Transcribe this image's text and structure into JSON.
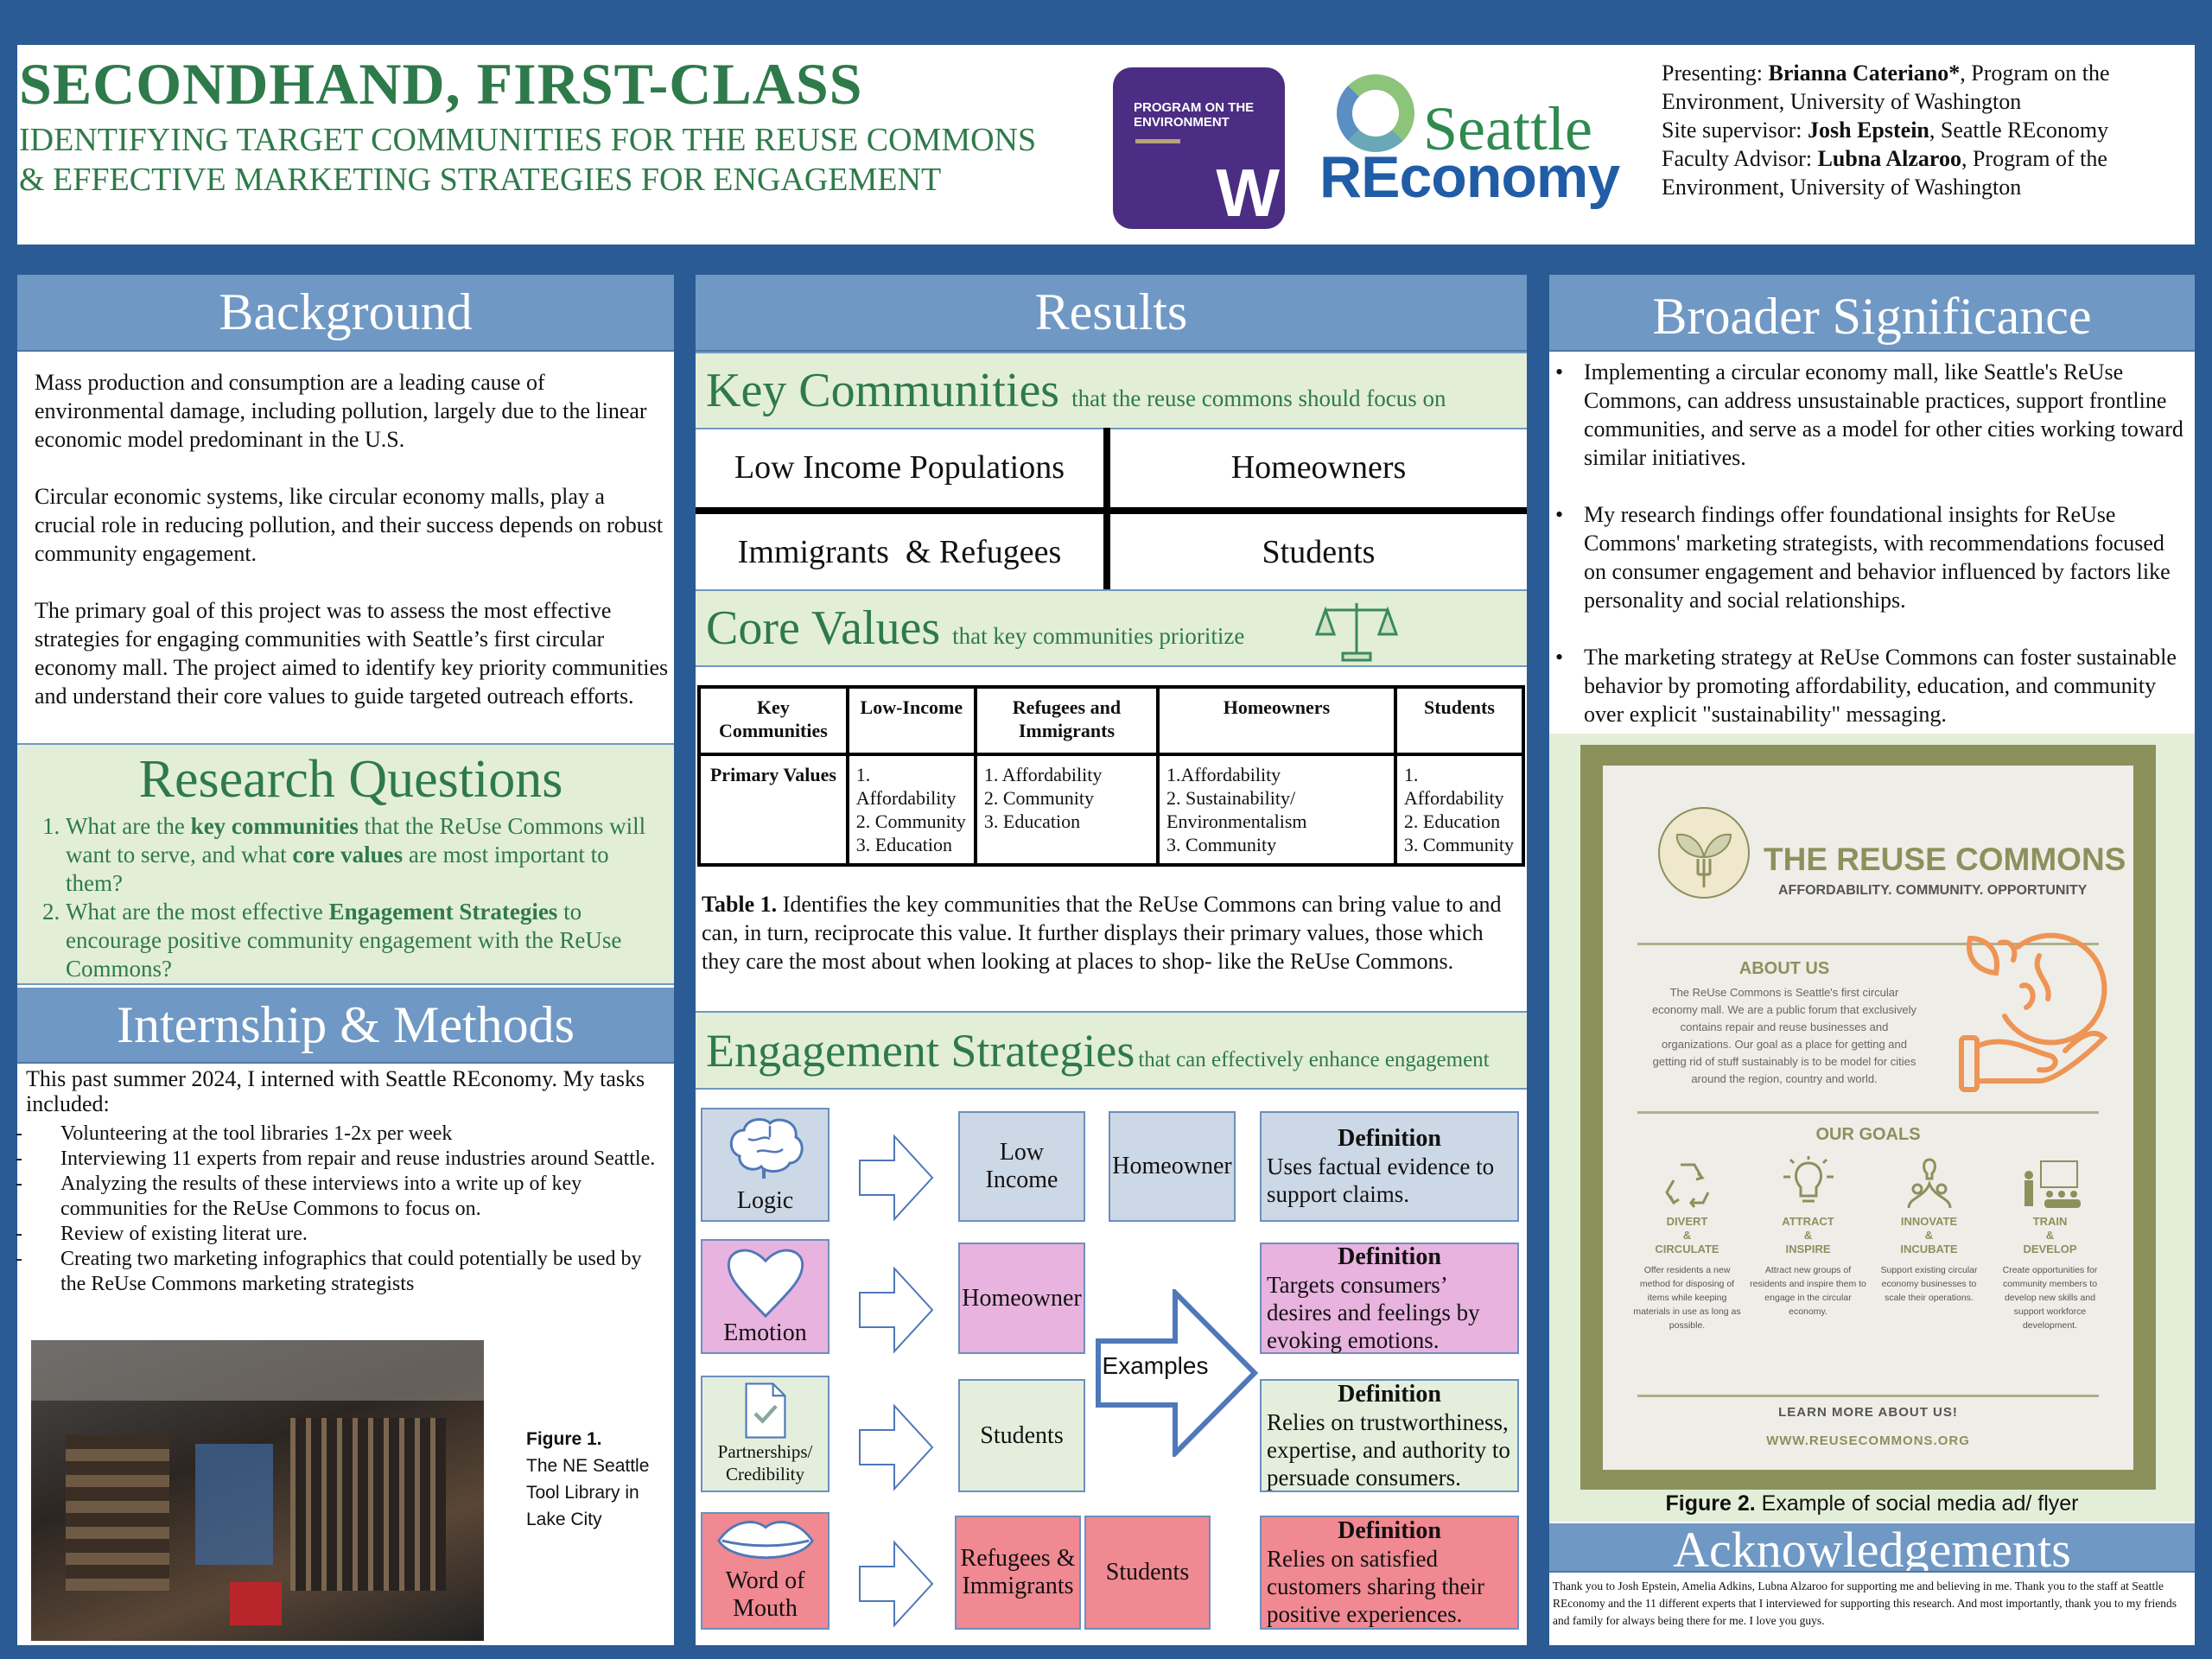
{
  "header": {
    "title": "SECONDHAND, FIRST-CLASS",
    "subtitle_line1": "IDENTIFYING TARGET COMMUNITIES FOR THE REUSE COMMONS",
    "subtitle_line2": "& EFFECTIVE MARKETING STRATEGIES FOR ENGAGEMENT",
    "logo_pe": "PROGRAM ON THE ENVIRONMENT",
    "logo_pe_w": "W",
    "logo_sr_1": "Seattle",
    "logo_sr_2": "REconomy",
    "presenting_label": "Presenting: ",
    "presenting_name": "Brianna Cateriano*",
    "presenting_rest": ", Program on the Environment, University of Washington",
    "supervisor_label": "Site supervisor: ",
    "supervisor_name": "Josh Epstein",
    "supervisor_rest": ", Seattle REconomy",
    "advisor_label": "Faculty Advisor: ",
    "advisor_name": "Lubna Alzaroo",
    "advisor_rest": ", Program of the Environment, University of Washington"
  },
  "background": {
    "title": "Background",
    "p1": "Mass production and consumption are a leading cause of environmental damage, including pollution, largely due to the linear economic model predominant in the U.S.",
    "p2": "Circular economic systems, like circular economy malls, play a crucial role in reducing pollution, and their success depends on robust community engagement.",
    "p3": "The primary goal of this project was to assess the most effective strategies for engaging communities with Seattle’s first circular economy mall. The project aimed to identify key priority communities and understand their core values to guide targeted outreach efforts."
  },
  "research": {
    "title": "Research Questions",
    "q1_a": "What are the ",
    "q1_b": "key communities",
    "q1_c": " that the ReUse Commons will want to serve, and what ",
    "q1_d": "core values",
    "q1_e": " are most important to them?",
    "q2_a": "What are the most effective ",
    "q2_b": "Engagement Strategies",
    "q2_c": " to encourage positive community engagement with the ReUse Commons?"
  },
  "methods": {
    "title": "Internship & Methods",
    "intro": "This past summer 2024, I interned with Seattle REconomy. My tasks included:",
    "tasks": [
      "Volunteering at the tool libraries 1-2x per week",
      "Interviewing 11 experts from repair and reuse industries around Seattle.",
      "Analyzing the results of these interviews into a write up of key communities for the ReUse Commons to focus on.",
      "Review of existing literat ure.",
      "Creating two marketing infographics that could potentially be used by the ReUse Commons  marketing strategists"
    ],
    "fig_label": "Figure 1.",
    "fig_caption": "The NE Seattle Tool Library in Lake City"
  },
  "results": {
    "title": "Results",
    "kc_title": "Key Communities",
    "kc_sub": "that the reuse commons should focus on",
    "communities": [
      "Low Income Populations",
      "Homeowners",
      "Immigrants  & Refugees",
      "Students"
    ],
    "cv_title": "Core Values",
    "cv_sub": "that key communities prioritize",
    "table": {
      "headers": [
        "Key Communities",
        "Low-Income",
        "Refugees and Immigrants",
        "Homeowners",
        "Students"
      ],
      "row_label": "Primary Values",
      "values": [
        [
          "1. Affordability",
          "2.  Community",
          "3. Education"
        ],
        [
          "1. Affordability",
          "2. Community",
          "3. Education"
        ],
        [
          "1.Affordability",
          "2. Sustainability/ Environmentalism",
          "3. Community"
        ],
        [
          "1.  Affordability",
          "2. Education",
          "3. Community"
        ]
      ]
    },
    "table_label": "Table 1.",
    "table_caption": " Identifies the key communities that the ReUse Commons can bring value to and can, in turn, reciprocate this value. It further displays their primary values, those which they care the most about when looking at places to shop- like the ReUse Commons.",
    "es_title": "Engagement Strategies",
    "es_sub": "that can effectively enhance engagement",
    "examples_label": "Examples",
    "definition_label": "Definition",
    "strategies": [
      {
        "name": "Logic",
        "examples": [
          "Low Income",
          "Homeowner"
        ],
        "definition": "Uses factual evidence to support claims."
      },
      {
        "name": "Emotion",
        "examples": [
          "Homeowner"
        ],
        "definition": "Targets consumers’ desires and feelings by evoking emotions."
      },
      {
        "name": "Partnerships/ Credibility",
        "examples": [
          "Students"
        ],
        "definition": "Relies on trustworthiness, expertise, and authority to persuade consumers."
      },
      {
        "name": "Word of Mouth",
        "examples": [
          "Refugees & Immigrants",
          "Students"
        ],
        "definition": "Relies on satisfied customers sharing their positive experiences."
      }
    ]
  },
  "broader": {
    "title": "Broader Significance",
    "bullets": [
      "Implementing a circular economy mall, like Seattle's ReUse Commons, can address unsustainable practices, support frontline communities, and serve as a model for other cities working toward similar initiatives.",
      "My research findings offer foundational insights for ReUse Commons' marketing strategists, with recommendations focused on consumer engagement and behavior influenced by factors like personality and social relationships.",
      "The marketing strategy at ReUse Commons can foster sustainable behavior by promoting affordability, education, and community over explicit \"sustainability\" messaging."
    ]
  },
  "flyer": {
    "name": "THE REUSE COMMONS",
    "tagline": "AFFORDABILITY. COMMUNITY. OPPORTUNITY",
    "about_title": "ABOUT US",
    "about_text": "The ReUse Commons is Seattle's first circular economy mall. We are a public forum that exclusively contains repair and reuse businesses and organizations. Our goal as a place for getting and getting rid of stuff sustainably is to be model for cities around the region, country and world.",
    "goals_title": "OUR GOALS",
    "goals": [
      {
        "t1": "DIVERT",
        "amp": "&",
        "t2": "CIRCULATE",
        "text": "Offer residents a new method for disposing of items while keeping materials in use as long as possible."
      },
      {
        "t1": "ATTRACT",
        "amp": "&",
        "t2": "INSPIRE",
        "text": "Attract new groups of residents and inspire them to engage in the circular economy."
      },
      {
        "t1": "INNOVATE",
        "amp": "&",
        "t2": "INCUBATE",
        "text": "Support existing circular economy businesses to scale their operations."
      },
      {
        "t1": "TRAIN",
        "amp": "&",
        "t2": "DEVELOP",
        "text": "Create opportunities for community members to develop new skills and support workforce development."
      }
    ],
    "learn_more": "LEARN MORE ABOUT US!",
    "url": "WWW.REUSECOMMONS.ORG",
    "fig_label": "Figure 2.",
    "fig_caption": " Example of social media ad/ flyer"
  },
  "ack": {
    "title": "Acknowledgements",
    "text": "Thank you to Josh Epstein, Amelia Adkins, Lubna Alzaroo  for supporting me and believing in me. Thank you to the staff at Seattle REconomy and the 11 different experts that I interviewed for supporting this research. And most importantly, thank you to my friends and family for always being there for me. I love you guys."
  }
}
